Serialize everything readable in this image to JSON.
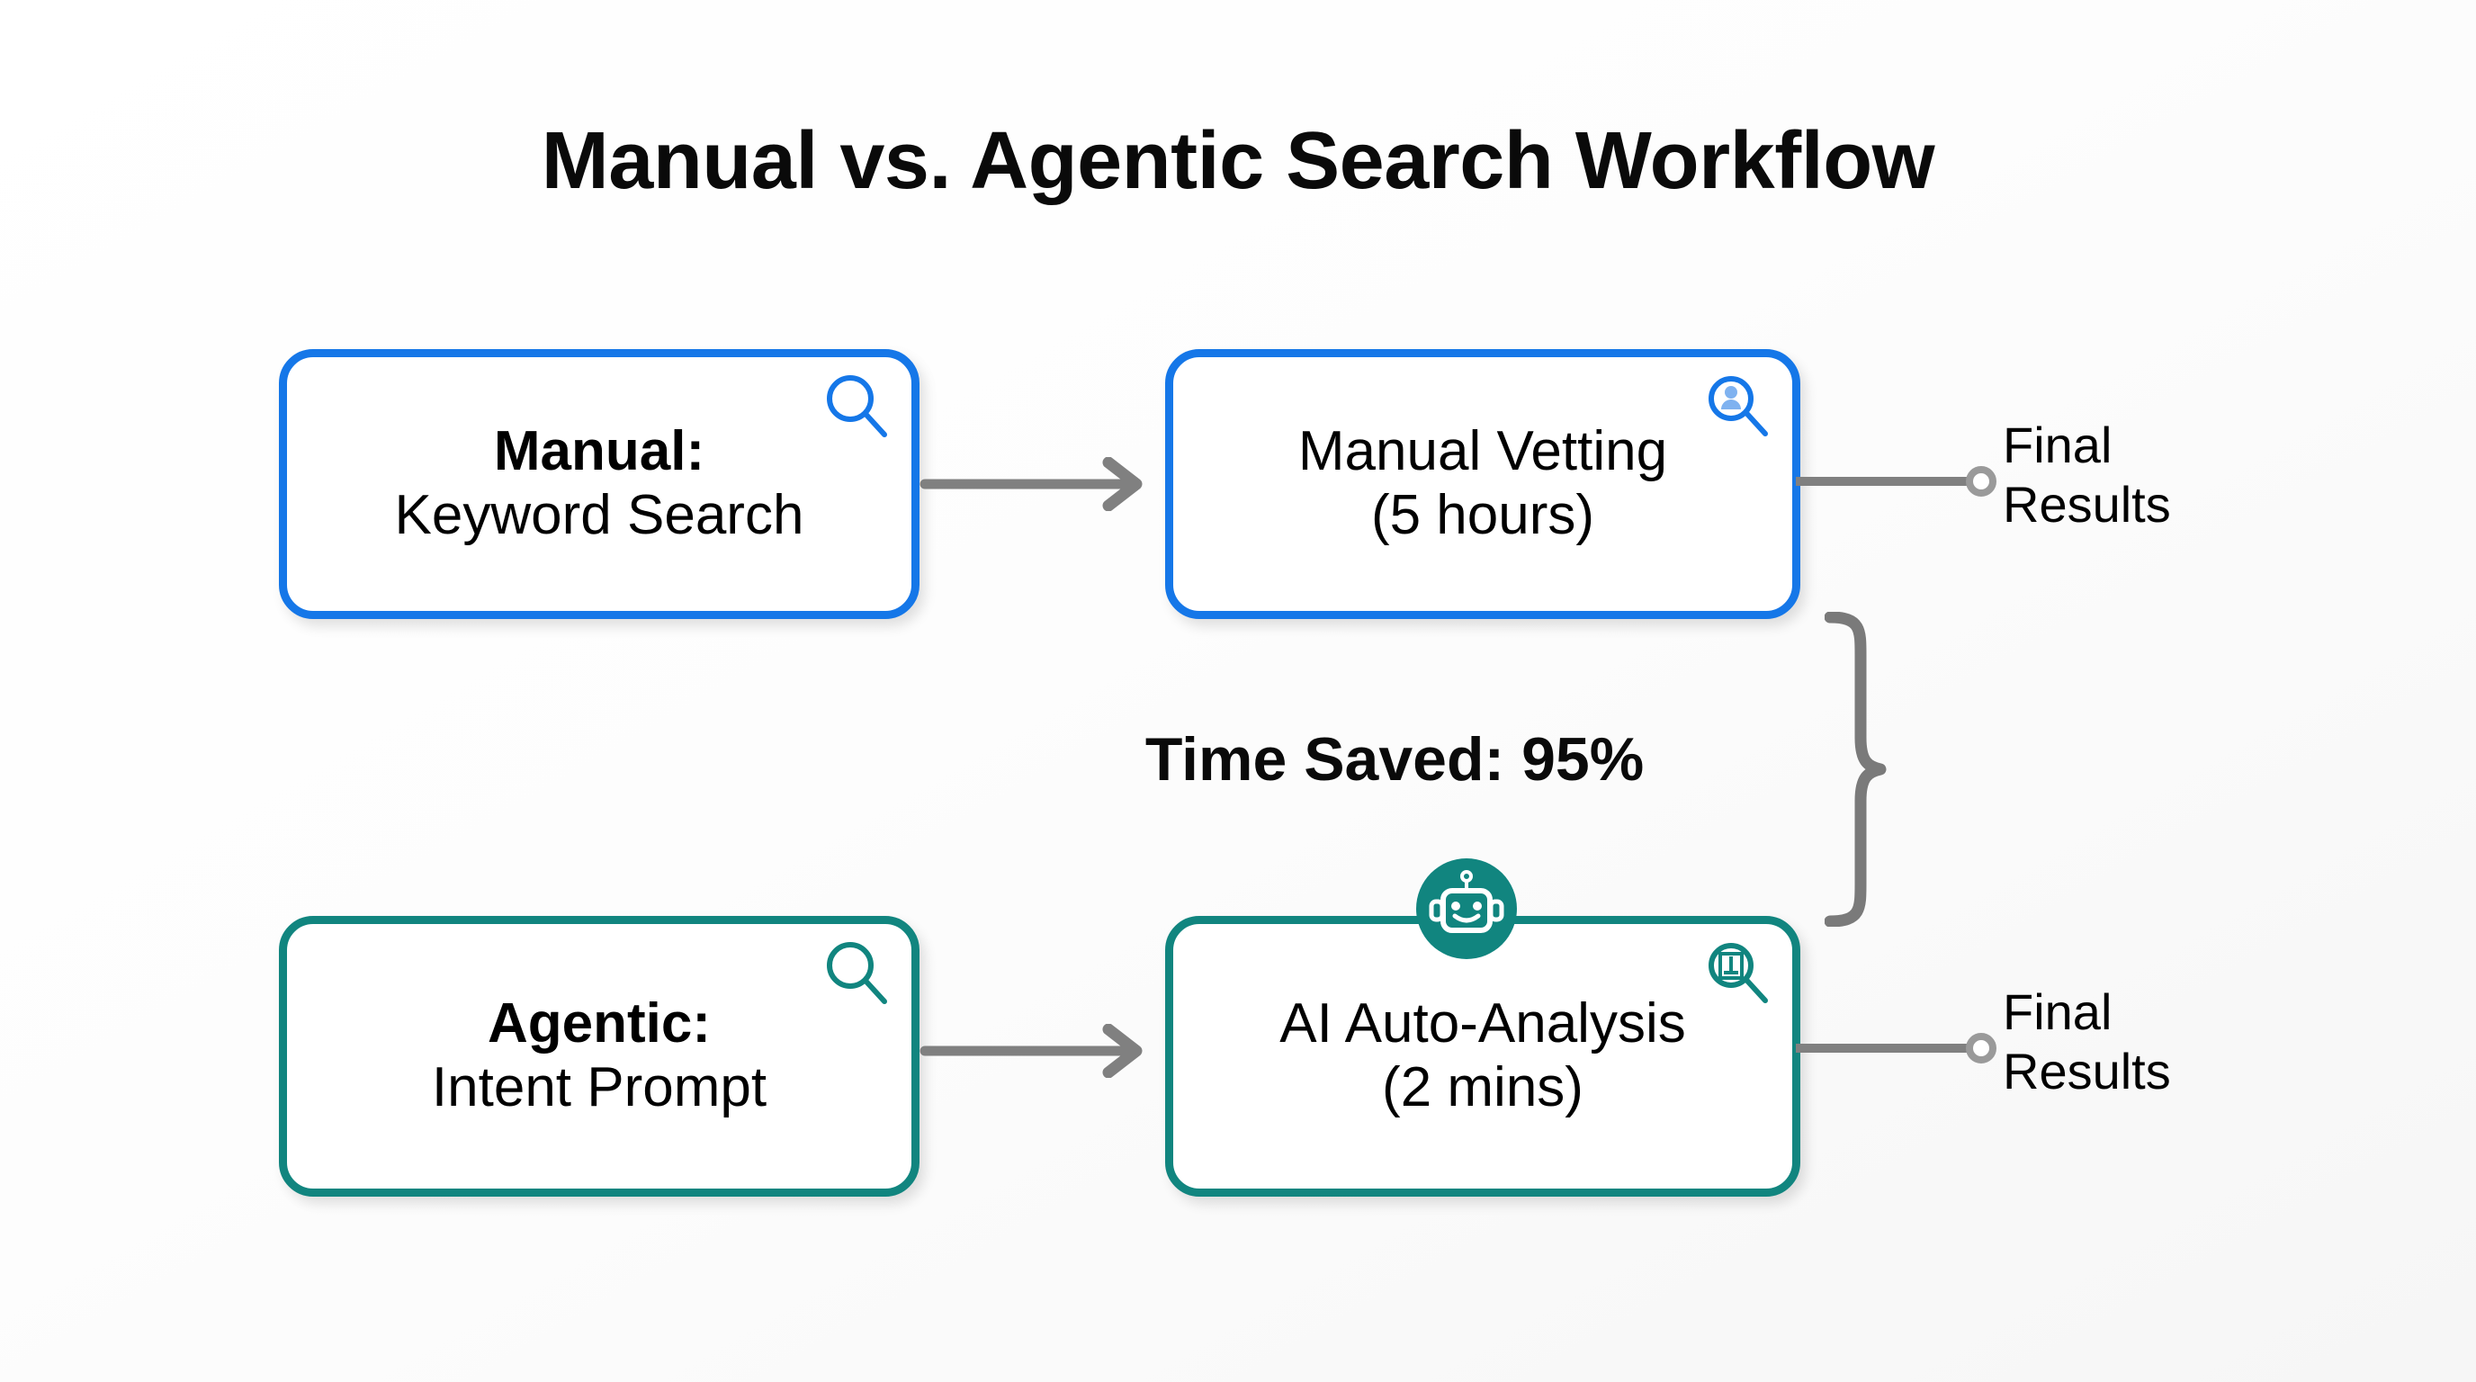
{
  "title": "Manual vs. Agentic Search Workflow",
  "colors": {
    "manual_accent": "#1577e8",
    "agentic_accent": "#11857f",
    "connector_gray": "#808080",
    "text": "#000000",
    "background": "#ffffff"
  },
  "nodes": {
    "manual_search": {
      "line1": "Manual:",
      "line2": "Keyword Search",
      "icon": "search-icon",
      "accent": "#1577e8"
    },
    "manual_vetting": {
      "line1": "Manual Vetting",
      "line2": "(5 hours)",
      "icon": "user-search-icon",
      "accent": "#1577e8"
    },
    "agentic_prompt": {
      "line1": "Agentic:",
      "line2": "Intent Prompt",
      "icon": "search-icon",
      "accent": "#11857f"
    },
    "ai_analysis": {
      "line1": "AI Auto-Analysis",
      "line2": "(2 mins)",
      "icon": "chart-search-icon",
      "badge_icon": "robot-icon",
      "accent": "#11857f"
    }
  },
  "results": {
    "top": {
      "line1": "Final",
      "line2": "Results"
    },
    "bottom": {
      "line1": "Final",
      "line2": "Results"
    }
  },
  "callout": {
    "time_saved": "Time Saved: 95%",
    "brace": "right-curly-brace"
  },
  "chart_data": {
    "type": "diagram",
    "title": "Manual vs. Agentic Search Workflow",
    "flows": [
      {
        "name": "Manual",
        "accent": "#1577e8",
        "steps": [
          "Manual: Keyword Search",
          "Manual Vetting (5 hours)",
          "Final Results"
        ],
        "duration_label": "5 hours",
        "duration_minutes": 300
      },
      {
        "name": "Agentic",
        "accent": "#11857f",
        "steps": [
          "Agentic: Intent Prompt",
          "AI Auto-Analysis (2 mins)",
          "Final Results"
        ],
        "duration_label": "2 mins",
        "duration_minutes": 2
      }
    ],
    "annotation": "Time Saved: 95%",
    "time_saved_percent": 95
  }
}
